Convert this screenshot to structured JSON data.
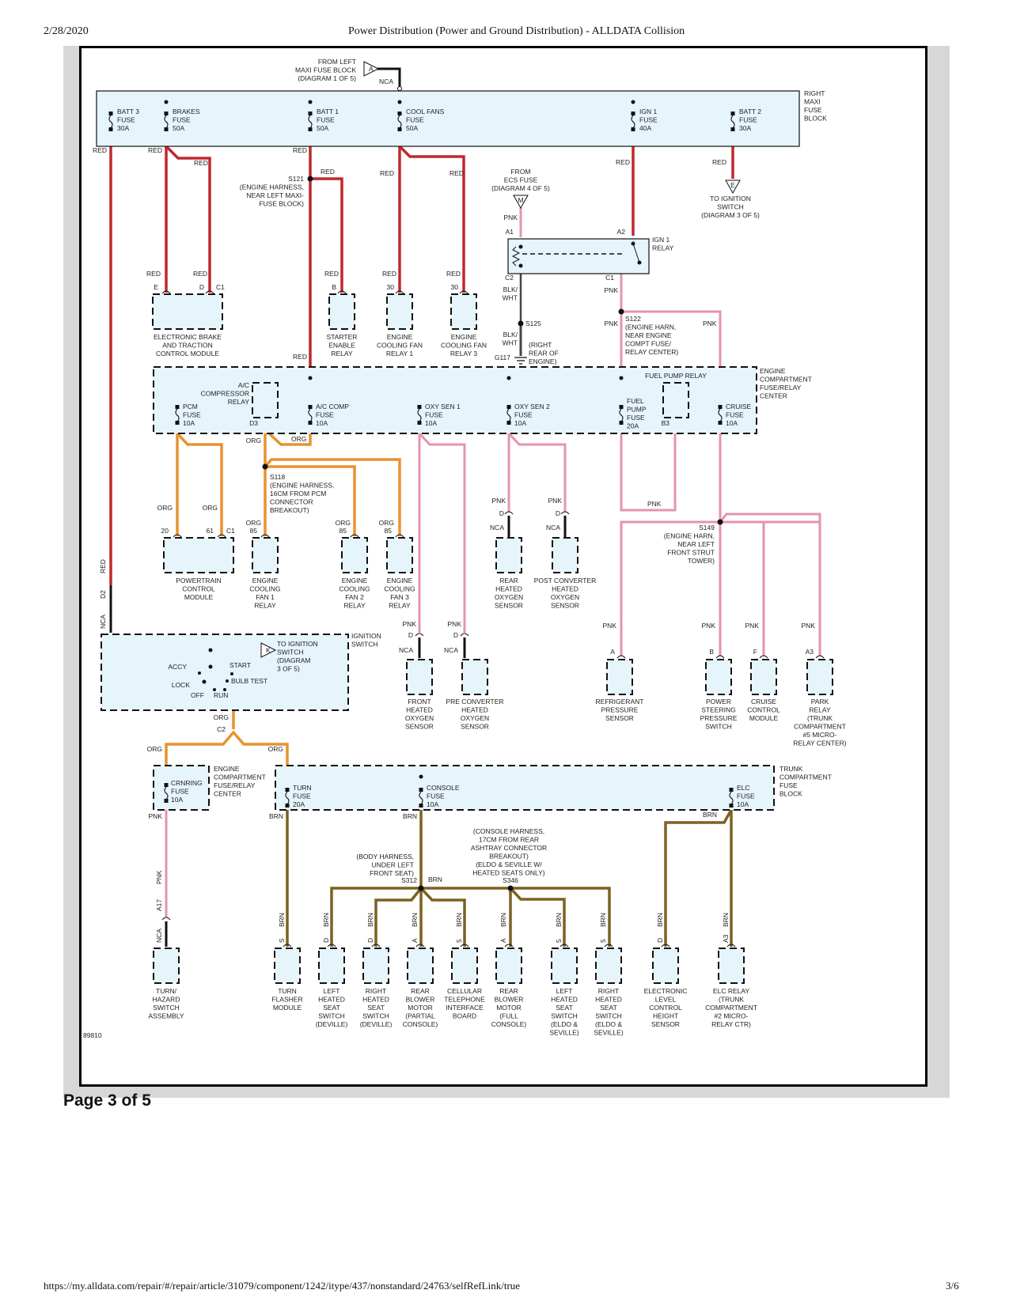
{
  "header": {
    "date": "2/28/2020",
    "title": "Power Distribution (Power and Ground Distribution) - ALLDATA Collision"
  },
  "footer": {
    "url": "https://my.alldata.com/repair/#/repair/article/31079/component/1242/itype/437/nonstandard/24763/selfRefLink/true",
    "page_count": "3/6"
  },
  "page_label": "Page 3 of 5",
  "diagram": {
    "id": "89810",
    "colors": {
      "red": "#c0282d",
      "pink": "#e593ae",
      "orange": "#e8922f",
      "brown": "#7a6220",
      "black": "#000000",
      "box_fill": "#e6f4fb"
    },
    "source_a": [
      "FROM LEFT",
      "MAXI FUSE BLOCK",
      "(DIAGRAM 1 OF 5)"
    ],
    "source_a_letter": "A",
    "nca": "NCA",
    "right_maxi_block": [
      "RIGHT",
      "MAXI",
      "FUSE",
      "BLOCK"
    ],
    "maxi_fuses": [
      {
        "name": "BATT 3",
        "type": "FUSE",
        "rating": "30A"
      },
      {
        "name": "BRAKES",
        "type": "FUSE",
        "rating": "50A"
      },
      {
        "name": "BATT 1",
        "type": "FUSE",
        "rating": "50A"
      },
      {
        "name": "COOL FANS",
        "type": "FUSE",
        "rating": "50A"
      },
      {
        "name": "IGN 1",
        "type": "FUSE",
        "rating": "40A"
      },
      {
        "name": "BATT 2",
        "type": "FUSE",
        "rating": "30A"
      }
    ],
    "wire_colors": {
      "red": "RED",
      "pink": "PNK",
      "org": "ORG",
      "brn": "BRN",
      "blkwht1": "BLK/",
      "blkwht2": "WHT"
    },
    "s121": [
      "S121",
      "(ENGINE HARNESS,",
      "NEAR LEFT MAXI-",
      "FUSE BLOCK)"
    ],
    "from_ecs": [
      "FROM",
      "ECS FUSE",
      "(DIAGRAM 4 OF 5)"
    ],
    "from_ecs_letter": "M",
    "to_ign_e": [
      "TO IGNITION",
      "SWITCH",
      "(DIAGRAM 3 OF 5)"
    ],
    "to_ign_e_letter": "E",
    "ign1_relay": [
      "IGN 1",
      "RELAY"
    ],
    "relay_pins": {
      "a1": "A1",
      "a2": "A2",
      "c1": "C1",
      "c2": "C2"
    },
    "s125": "S125",
    "g117": "G117",
    "g117_loc": [
      "(RIGHT",
      "REAR OF",
      "ENGINE)"
    ],
    "s122": [
      "S122",
      "(ENGINE HARN,",
      "NEAR ENGINE",
      "COMPT FUSE/",
      "RELAY CENTER)"
    ],
    "components_row1": [
      {
        "name": [
          "ELECTRONIC BRAKE",
          "AND TRACTION",
          "CONTROL MODULE"
        ],
        "pins": [
          "E",
          "D"
        ],
        "connector": "C1"
      },
      {
        "name": [
          "STARTER",
          "ENABLE",
          "RELAY"
        ],
        "pin": "B"
      },
      {
        "name": [
          "ENGINE",
          "COOLING FAN",
          "RELAY 1"
        ],
        "pin": "30"
      },
      {
        "name": [
          "ENGINE",
          "COOLING FAN",
          "RELAY 3"
        ],
        "pin": "30"
      }
    ],
    "engine_center": [
      "ENGINE",
      "COMPARTMENT",
      "FUSE/RELAY",
      "CENTER"
    ],
    "engine_center_fuses": [
      {
        "name": "PCM",
        "type": "FUSE",
        "rating": "10A"
      },
      {
        "name": "A/C COMP",
        "type": "FUSE",
        "rating": "10A"
      },
      {
        "name": "OXY SEN 1",
        "type": "FUSE",
        "rating": "10A"
      },
      {
        "name": "OXY SEN 2",
        "type": "FUSE",
        "rating": "10A"
      },
      {
        "name": "FUEL",
        "name2": "PUMP",
        "type": "FUSE",
        "rating": "20A"
      },
      {
        "name": "CRUISE",
        "type": "FUSE",
        "rating": "10A"
      }
    ],
    "ac_relay": [
      "A/C",
      "COMPRESSOR",
      "RELAY"
    ],
    "ac_relay_pin": "D3",
    "fuel_pump_relay": "FUEL PUMP RELAY",
    "fuel_pump_pin": "B3",
    "s118": [
      "S118",
      "(ENGINE HARNESS,",
      "16CM FROM PCM",
      "CONNECTOR",
      "BREAKOUT)"
    ],
    "components_row2": [
      {
        "name": [
          "POWERTRAIN",
          "CONTROL",
          "MODULE"
        ],
        "pins": [
          "20",
          "61"
        ],
        "connector": "C1"
      },
      {
        "name": [
          "ENGINE",
          "COOLING",
          "FAN 1",
          "RELAY"
        ],
        "pin": "85"
      },
      {
        "name": [
          "ENGINE",
          "COOLING",
          "FAN 2",
          "RELAY"
        ],
        "pin": "85"
      },
      {
        "name": [
          "ENGINE",
          "COOLING",
          "FAN 3",
          "RELAY"
        ],
        "pin": "85"
      },
      {
        "name": [
          "REAR",
          "HEATED",
          "OXYGEN",
          "SENSOR"
        ],
        "pin": "D"
      },
      {
        "name": [
          "POST CONVERTER",
          "HEATED",
          "OXYGEN",
          "SENSOR"
        ],
        "pin": "D"
      }
    ],
    "s149": [
      "S149",
      "(ENGINE HARN,",
      "NEAR LEFT",
      "FRONT STRUT",
      "TOWER)"
    ],
    "ign_switch": {
      "label": [
        "IGNITION",
        "SWITCH"
      ],
      "d2": "D2",
      "to_k": [
        "TO IGNITION",
        "SWITCH",
        "(DIAGRAM",
        "3 OF 5)"
      ],
      "k_letter": "K",
      "positions": [
        "ACCY",
        "START",
        "LOCK",
        "BULB TEST",
        "OFF",
        "RUN"
      ],
      "c2": "C2"
    },
    "components_row3": [
      {
        "name": [
          "FRONT",
          "HEATED",
          "OXYGEN",
          "SENSOR"
        ],
        "pin": "D"
      },
      {
        "name": [
          "PRE CONVERTER",
          "HEATED",
          "OXYGEN",
          "SENSOR"
        ],
        "pin": "D"
      },
      {
        "name": [
          "REFRIGERANT",
          "PRESSURE",
          "SENSOR"
        ],
        "pin": "A"
      },
      {
        "name": [
          "POWER",
          "STEERING",
          "PRESSURE",
          "SWITCH"
        ],
        "pin": "B"
      },
      {
        "name": [
          "CRUISE",
          "CONTROL",
          "MODULE"
        ],
        "pin": "F"
      },
      {
        "name": [
          "PARK",
          "RELAY",
          "(TRUNK",
          "COMPARTMENT",
          "#5 MICRO-",
          "RELAY CENTER)"
        ],
        "pin": "A3"
      }
    ],
    "crnring_fuse": {
      "name": "CRNRING",
      "type": "FUSE",
      "rating": "10A"
    },
    "trunk_block": [
      "TRUNK",
      "COMPARTMENT",
      "FUSE",
      "BLOCK"
    ],
    "trunk_fuses": [
      {
        "name": "TURN",
        "type": "FUSE",
        "rating": "20A"
      },
      {
        "name": "CONSOLE",
        "type": "FUSE",
        "rating": "10A"
      },
      {
        "name": "ELC",
        "type": "FUSE",
        "rating": "10A"
      }
    ],
    "s312": [
      "S312",
      "(BODY HARNESS,",
      "UNDER LEFT",
      "FRONT SEAT)"
    ],
    "s346": [
      "S346",
      "(CONSOLE HARNESS,",
      "17CM FROM REAR",
      "ASHTRAY CONNECTOR",
      "BREAKOUT)",
      "(ELDO & SEVILLE W/",
      "HEATED SEATS ONLY)"
    ],
    "a17": "A17",
    "components_row4": [
      {
        "name": [
          "TURN/",
          "HAZARD",
          "SWITCH",
          "ASSEMBLY"
        ],
        "pin": "A17"
      },
      {
        "name": [
          "TURN",
          "FLASHER",
          "MODULE"
        ],
        "pin": "S"
      },
      {
        "name": [
          "LEFT",
          "HEATED",
          "SEAT",
          "SWITCH",
          "(DEVILLE)"
        ],
        "pin": "D"
      },
      {
        "name": [
          "RIGHT",
          "HEATED",
          "SEAT",
          "SWITCH",
          "(DEVILLE)"
        ],
        "pin": "D"
      },
      {
        "name": [
          "REAR",
          "BLOWER",
          "MOTOR",
          "(PARTIAL",
          "CONSOLE)"
        ],
        "pin": "A"
      },
      {
        "name": [
          "CELLULAR",
          "TELEPHONE",
          "INTERFACE",
          "BOARD"
        ],
        "pin": "5"
      },
      {
        "name": [
          "REAR",
          "BLOWER",
          "MOTOR",
          "(FULL",
          "CONSOLE)"
        ],
        "pin": "A"
      },
      {
        "name": [
          "LEFT",
          "HEATED",
          "SEAT",
          "SWITCH",
          "(ELDO &",
          "SEVILLE)"
        ],
        "pin": "5"
      },
      {
        "name": [
          "RIGHT",
          "HEATED",
          "SEAT",
          "SWITCH",
          "(ELDO &",
          "SEVILLE)"
        ],
        "pin": "5"
      },
      {
        "name": [
          "ELECTRONIC",
          "LEVEL",
          "CONTROL",
          "HEIGHT",
          "SENSOR"
        ],
        "pin": "D"
      },
      {
        "name": [
          "ELC RELAY",
          "(TRUNK",
          "COMPARTMENT",
          "#2 MICRO-",
          "RELAY CTR)"
        ],
        "pin": "A3"
      }
    ]
  }
}
